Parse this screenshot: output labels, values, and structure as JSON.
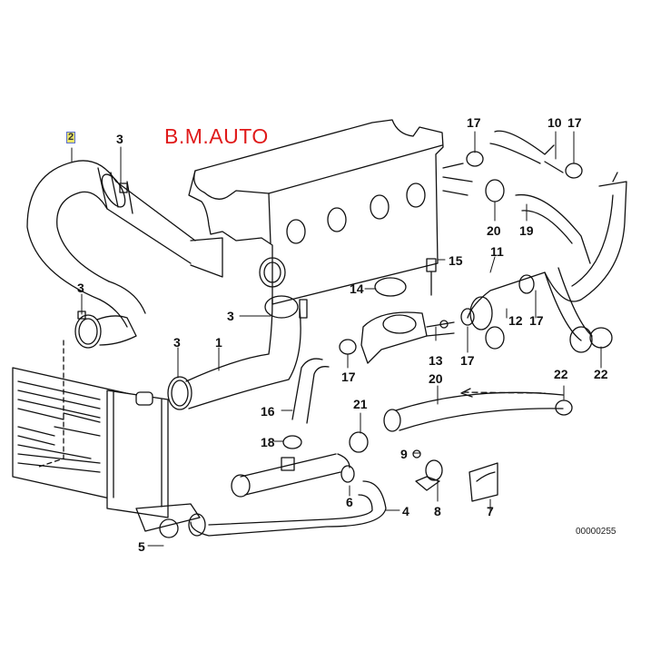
{
  "brand": "B.M.AUTO",
  "diagram_code": "00000255",
  "colors": {
    "brand": "#e01a1a",
    "line": "#111111",
    "highlight": "#e8e36a"
  },
  "callouts": [
    {
      "id": "c2",
      "text": "2",
      "highlighted": true
    },
    {
      "id": "c3a",
      "text": "3"
    },
    {
      "id": "c3b",
      "text": "3"
    },
    {
      "id": "c3c",
      "text": "3"
    },
    {
      "id": "c3d",
      "text": "3"
    },
    {
      "id": "c1",
      "text": "1"
    },
    {
      "id": "c16",
      "text": "16"
    },
    {
      "id": "c18",
      "text": "18"
    },
    {
      "id": "c17a",
      "text": "17"
    },
    {
      "id": "c10",
      "text": "10"
    },
    {
      "id": "c17b",
      "text": "17"
    },
    {
      "id": "c20a",
      "text": "20"
    },
    {
      "id": "c19",
      "text": "19"
    },
    {
      "id": "c15",
      "text": "15"
    },
    {
      "id": "c14",
      "text": "14"
    },
    {
      "id": "c11",
      "text": "11"
    },
    {
      "id": "c12",
      "text": "12"
    },
    {
      "id": "c17c",
      "text": "17"
    },
    {
      "id": "c13",
      "text": "13"
    },
    {
      "id": "c17d",
      "text": "17"
    },
    {
      "id": "c17e",
      "text": "17"
    },
    {
      "id": "c22a",
      "text": "22"
    },
    {
      "id": "c22b",
      "text": "22"
    },
    {
      "id": "c20b",
      "text": "20"
    },
    {
      "id": "c21",
      "text": "21"
    },
    {
      "id": "c9",
      "text": "9"
    },
    {
      "id": "c6",
      "text": "6"
    },
    {
      "id": "c4",
      "text": "4"
    },
    {
      "id": "c8",
      "text": "8"
    },
    {
      "id": "c7",
      "text": "7"
    },
    {
      "id": "c5",
      "text": "5"
    }
  ]
}
